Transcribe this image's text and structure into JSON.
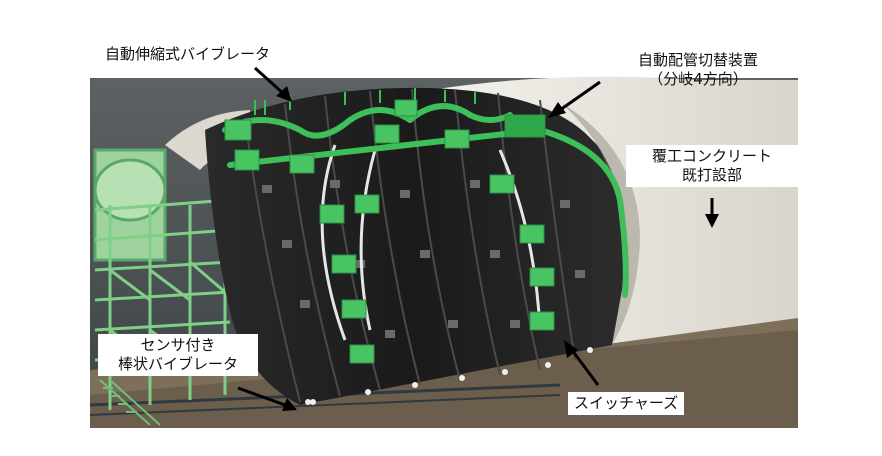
{
  "labels": {
    "auto_vibrator": "自動伸縮式バイブレータ",
    "pipe_switch_line1": "自動配管切替装置",
    "pipe_switch_line2": "（分岐4方向）",
    "existing_concrete_line1": "覆工コンクリート",
    "existing_concrete_line2": "既打設部",
    "sensor_vibrator_line1": "センサ付き",
    "sensor_vibrator_line2": "棒状バイブレータ",
    "switch_chargers": "スイッチャーズ"
  },
  "colors": {
    "equipment_green": "#3fbf5a",
    "formwork_black": "#1e1e1e",
    "concrete": "#e6e3dc",
    "ground": "#8a7a63",
    "pipe_white": "#e8e8e8"
  }
}
